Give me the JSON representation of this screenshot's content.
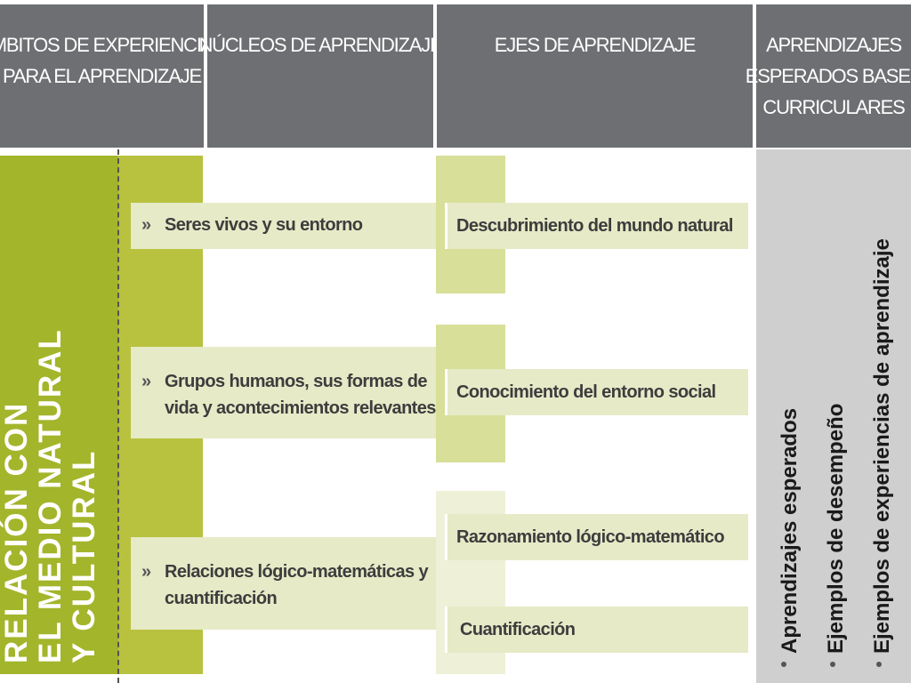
{
  "headers": {
    "ambitos": [
      "ÁMBITOS DE EXPERIENCIAS",
      "PARA EL APRENDIZAJE"
    ],
    "nucleos": [
      "NÚCLEOS DE APRENDIZAJE"
    ],
    "ejes": [
      "EJES DE APRENDIZAJE"
    ],
    "aprendizajes": [
      "APRENDIZAJES",
      "ESPERADOS BASES",
      "CURRICULARES"
    ]
  },
  "ambito": {
    "lines": [
      "RELACIÓN CON",
      "EL MEDIO NATURAL",
      "Y CULTURAL"
    ]
  },
  "nucleos": [
    {
      "bullet": "»",
      "lines": [
        "Seres vivos y su entorno"
      ]
    },
    {
      "bullet": "»",
      "lines": [
        "Grupos humanos, sus formas de",
        "vida y acontecimientos relevantes"
      ]
    },
    {
      "bullet": "»",
      "lines": [
        "Relaciones lógico-matemáticas y",
        "cuantificación"
      ]
    }
  ],
  "ejes": [
    "Descubrimiento del mundo natural",
    "Conocimiento del entorno social",
    "Razonamiento lógico-matemático",
    "Cuantificación"
  ],
  "aprendizajes_list": [
    "Aprendizajes esperados",
    "Ejemplos de desempeño",
    "Ejemplos de experiencias de aprendizaje"
  ],
  "colors": {
    "header": "#6e6f72",
    "ambito": "#a3b52a",
    "band": "#d7df98",
    "box": "#e6eac7",
    "right": "#cfcfd0"
  }
}
